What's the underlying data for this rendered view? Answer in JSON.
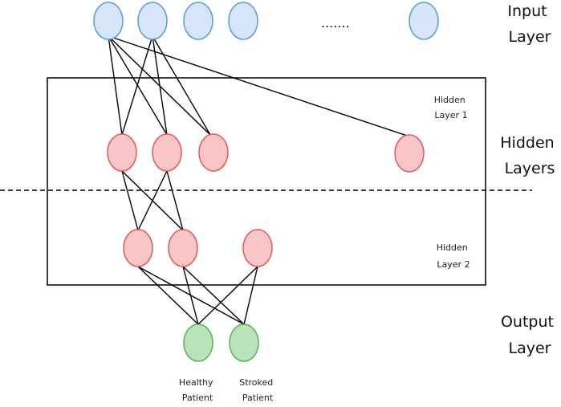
{
  "colors": {
    "input_fill": "#d6e6f8",
    "input_stroke": "#5b9bd5",
    "hidden_fill": "#f8c6c6",
    "hidden_stroke": "#e05858",
    "output_fill": "#b9e4b9",
    "output_stroke": "#5aae5a",
    "line": "#000000"
  },
  "labels": {
    "input_layer": [
      "Input",
      "Layer"
    ],
    "hidden_layers": [
      "Hidden",
      "Layers"
    ],
    "output_layer": [
      "Output",
      "Layer"
    ],
    "hidden_layer_1": [
      "Hidden",
      "Layer 1"
    ],
    "hidden_layer_2": [
      "Hidden",
      "Layer 2"
    ],
    "ellipsis": ".......",
    "output_nodes": [
      [
        "Healthy",
        "Patient"
      ],
      [
        "Stroked",
        "Patient"
      ]
    ]
  }
}
